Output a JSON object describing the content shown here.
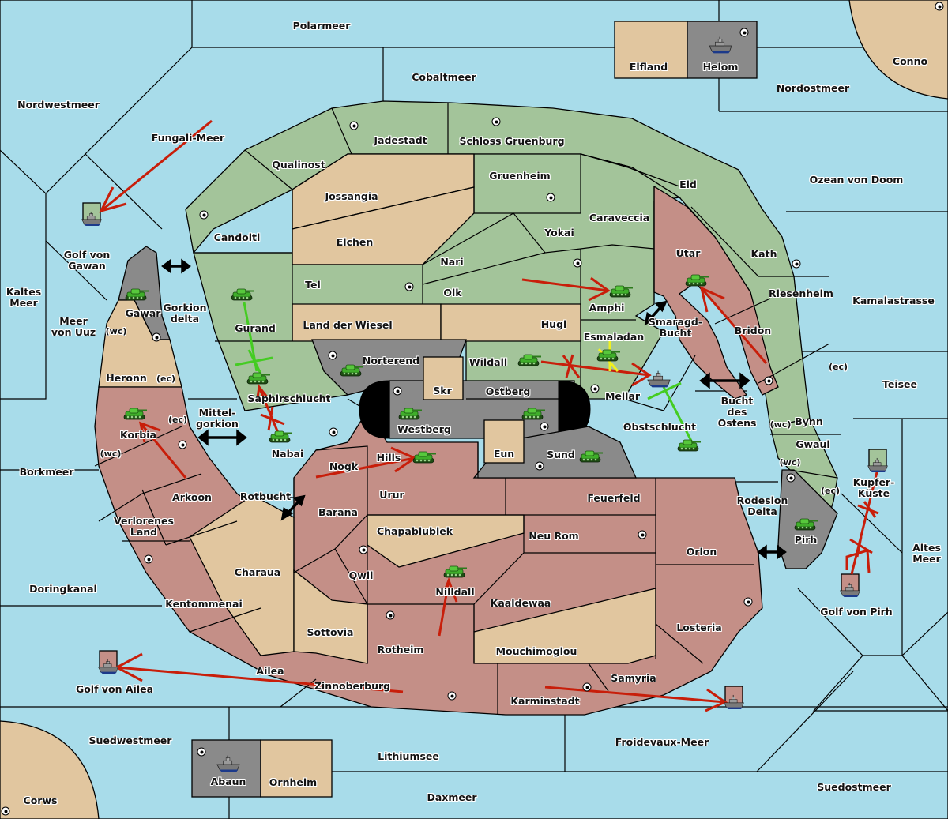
{
  "map": {
    "colors": {
      "sea": "#a8dcea",
      "power_green": "#a3c49a",
      "power_red": "#c48f87",
      "neutral_tan": "#e1c69f",
      "power_gray": "#8a8a8a",
      "order_move": "#c81e0a",
      "order_support": "#44cc22",
      "order_hold": "#f0f020"
    },
    "sea_regions": [
      {
        "id": "polarmeer",
        "name": "Polarmeer"
      },
      {
        "id": "cobaltmeer",
        "name": "Cobaltmeer"
      },
      {
        "id": "nordwestmeer",
        "name": "Nordwestmeer"
      },
      {
        "id": "fungali-meer",
        "name": "Fungali-Meer"
      },
      {
        "id": "golf-von-gawan",
        "name": "Golf von\nGawan"
      },
      {
        "id": "kaltes-meer",
        "name": "Kaltes\nMeer"
      },
      {
        "id": "meer-von-uuz",
        "name": "Meer\nvon Uuz"
      },
      {
        "id": "gorkion-delta",
        "name": "Gorkion\ndelta"
      },
      {
        "id": "mittel-gorkion",
        "name": "Mittel-\ngorkion"
      },
      {
        "id": "borkmeer",
        "name": "Borkmeer"
      },
      {
        "id": "rotbucht",
        "name": "Rotbucht"
      },
      {
        "id": "doringkanal",
        "name": "Doringkanal"
      },
      {
        "id": "golf-von-ailea",
        "name": "Golf von Ailea"
      },
      {
        "id": "suedwestmeer",
        "name": "Suedwestmeer"
      },
      {
        "id": "lithiumsee",
        "name": "Lithiumsee"
      },
      {
        "id": "daxmeer",
        "name": "Daxmeer"
      },
      {
        "id": "froidevaux-meer",
        "name": "Froidevaux-Meer"
      },
      {
        "id": "suedostmeer",
        "name": "Suedostmeer"
      },
      {
        "id": "golf-von-pirh",
        "name": "Golf von Pirh"
      },
      {
        "id": "altes-meer",
        "name": "Altes\nMeer"
      },
      {
        "id": "kupfer-kueste",
        "name": "Kupfer-\nKüste"
      },
      {
        "id": "rodesion-delta",
        "name": "Rodesion\nDelta"
      },
      {
        "id": "teisee",
        "name": "Teisee"
      },
      {
        "id": "kamalastrasse",
        "name": "Kamalastrasse"
      },
      {
        "id": "ozean-von-doom",
        "name": "Ozean von Doom"
      },
      {
        "id": "nordostmeer",
        "name": "Nordostmeer"
      },
      {
        "id": "bucht-des-ostens",
        "name": "Bucht\ndes\nOstens"
      },
      {
        "id": "smaragd-bucht",
        "name": "Smaragd-\nBucht"
      }
    ],
    "land_regions": [
      {
        "id": "elfland",
        "name": "Elfland",
        "owner": "neutral"
      },
      {
        "id": "helom",
        "name": "Helom",
        "owner": "gray"
      },
      {
        "id": "conno",
        "name": "Conno",
        "owner": "neutral"
      },
      {
        "id": "jadestadt",
        "name": "Jadestadt",
        "owner": "green"
      },
      {
        "id": "schloss-gruenburg",
        "name": "Schloss Gruenburg",
        "owner": "green"
      },
      {
        "id": "qualinost",
        "name": "Qualinost",
        "owner": "green"
      },
      {
        "id": "jossangia",
        "name": "Jossangia",
        "owner": "neutral"
      },
      {
        "id": "gruenheim",
        "name": "Gruenheim",
        "owner": "green"
      },
      {
        "id": "eld",
        "name": "Eld",
        "owner": "green"
      },
      {
        "id": "candolti",
        "name": "Candolti",
        "owner": "green"
      },
      {
        "id": "elchen",
        "name": "Elchen",
        "owner": "neutral"
      },
      {
        "id": "caraveccia",
        "name": "Caraveccia",
        "owner": "green"
      },
      {
        "id": "yokai",
        "name": "Yokai",
        "owner": "green"
      },
      {
        "id": "nari",
        "name": "Nari",
        "owner": "green"
      },
      {
        "id": "utar",
        "name": "Utar",
        "owner": "red"
      },
      {
        "id": "kath",
        "name": "Kath",
        "owner": "green"
      },
      {
        "id": "tel",
        "name": "Tel",
        "owner": "green"
      },
      {
        "id": "olk",
        "name": "Olk",
        "owner": "green"
      },
      {
        "id": "amphi",
        "name": "Amphi",
        "owner": "green"
      },
      {
        "id": "riesenheim",
        "name": "Riesenheim",
        "owner": "green"
      },
      {
        "id": "gawar",
        "name": "Gawar",
        "owner": "gray"
      },
      {
        "id": "gurand",
        "name": "Gurand",
        "owner": "green"
      },
      {
        "id": "land-der-wiesel",
        "name": "Land der Wiesel",
        "owner": "neutral"
      },
      {
        "id": "hugl",
        "name": "Hugl",
        "owner": "neutral"
      },
      {
        "id": "bridon",
        "name": "Bridon",
        "owner": "red"
      },
      {
        "id": "esmaladan",
        "name": "Esmaladan",
        "owner": "green"
      },
      {
        "id": "heronn",
        "name": "Heronn",
        "owner": "neutral"
      },
      {
        "id": "norterend",
        "name": "Norterend",
        "owner": "gray"
      },
      {
        "id": "wildall",
        "name": "Wildall",
        "owner": "green"
      },
      {
        "id": "skr",
        "name": "Skr",
        "owner": "neutral"
      },
      {
        "id": "ostberg",
        "name": "Ostberg",
        "owner": "gray"
      },
      {
        "id": "mellar",
        "name": "Mellar",
        "owner": "red"
      },
      {
        "id": "saphirschlucht",
        "name": "Saphirschlucht",
        "owner": "green"
      },
      {
        "id": "westberg",
        "name": "Westberg",
        "owner": "gray"
      },
      {
        "id": "korbia",
        "name": "Korbia",
        "owner": "red"
      },
      {
        "id": "nabai",
        "name": "Nabai",
        "owner": "red"
      },
      {
        "id": "obstschlucht",
        "name": "Obstschlucht",
        "owner": "red"
      },
      {
        "id": "bynn",
        "name": "Bynn",
        "owner": "green"
      },
      {
        "id": "eun",
        "name": "Eun",
        "owner": "neutral"
      },
      {
        "id": "sund",
        "name": "Sund",
        "owner": "gray"
      },
      {
        "id": "gwaul",
        "name": "Gwaul",
        "owner": "green"
      },
      {
        "id": "hills",
        "name": "Hills",
        "owner": "red"
      },
      {
        "id": "nogk",
        "name": "Nogk",
        "owner": "red"
      },
      {
        "id": "arkoon",
        "name": "Arkoon",
        "owner": "red"
      },
      {
        "id": "urur",
        "name": "Urur",
        "owner": "red"
      },
      {
        "id": "feuerfeld",
        "name": "Feuerfeld",
        "owner": "red"
      },
      {
        "id": "barana",
        "name": "Barana",
        "owner": "red"
      },
      {
        "id": "verlorenes-land",
        "name": "Verlorenes\nLand",
        "owner": "red"
      },
      {
        "id": "chapablublek",
        "name": "Chapablublek",
        "owner": "neutral"
      },
      {
        "id": "neu-rom",
        "name": "Neu Rom",
        "owner": "red"
      },
      {
        "id": "orlon",
        "name": "Orlon",
        "owner": "red"
      },
      {
        "id": "pirh",
        "name": "Pirh",
        "owner": "gray"
      },
      {
        "id": "charaua",
        "name": "Charaua",
        "owner": "neutral"
      },
      {
        "id": "qwil",
        "name": "Qwil",
        "owner": "red"
      },
      {
        "id": "nilldall",
        "name": "Nilldall",
        "owner": "red"
      },
      {
        "id": "kentommenai",
        "name": "Kentommenai",
        "owner": "red"
      },
      {
        "id": "kaaldewaa",
        "name": "Kaaldewaa",
        "owner": "red"
      },
      {
        "id": "losteria",
        "name": "Losteria",
        "owner": "red"
      },
      {
        "id": "sottovia",
        "name": "Sottovia",
        "owner": "neutral"
      },
      {
        "id": "rotheim",
        "name": "Rotheim",
        "owner": "red"
      },
      {
        "id": "mouchimoglou",
        "name": "Mouchimoglou",
        "owner": "neutral"
      },
      {
        "id": "ailea",
        "name": "Ailea",
        "owner": "red"
      },
      {
        "id": "samyria",
        "name": "Samyria",
        "owner": "red"
      },
      {
        "id": "zinnoberburg",
        "name": "Zinnoberburg",
        "owner": "red"
      },
      {
        "id": "karminstadt",
        "name": "Karminstadt",
        "owner": "red"
      },
      {
        "id": "abaun",
        "name": "Abaun",
        "owner": "gray"
      },
      {
        "id": "ornheim",
        "name": "Ornheim",
        "owner": "neutral"
      },
      {
        "id": "corws",
        "name": "Corws",
        "owner": "neutral"
      }
    ],
    "coast_labels": [
      {
        "region": "heronn",
        "label": "(wc)"
      },
      {
        "region": "heronn",
        "label": "(ec)"
      },
      {
        "region": "korbia",
        "label": "(ec)"
      },
      {
        "region": "korbia",
        "label": "(wc)"
      },
      {
        "region": "bynn",
        "label": "(ec)"
      },
      {
        "region": "bynn",
        "label": "(wc)"
      },
      {
        "region": "gwaul",
        "label": "(wc)"
      },
      {
        "region": "gwaul",
        "label": "(ec)"
      }
    ],
    "supply_centers": [
      "helom",
      "conno",
      "jadestadt",
      "schloss-gruenburg",
      "gruenheim",
      "candolti",
      "tel",
      "yokai",
      "kath",
      "gawar",
      "norterend",
      "westberg",
      "ostberg",
      "mellar",
      "nabai",
      "korbia",
      "bridon",
      "sund",
      "neu-rom",
      "qwil",
      "rotheim",
      "kentommenai",
      "losteria",
      "zinnoberburg",
      "karminstadt",
      "abaun",
      "corws",
      "pirh"
    ],
    "units": [
      {
        "type": "army",
        "owner": "green",
        "location": "gawar"
      },
      {
        "type": "army",
        "owner": "green",
        "location": "gurand"
      },
      {
        "type": "army",
        "owner": "green",
        "location": "saphirschlucht"
      },
      {
        "type": "army",
        "owner": "green",
        "location": "nabai"
      },
      {
        "type": "army",
        "owner": "green",
        "location": "korbia"
      },
      {
        "type": "army",
        "owner": "green",
        "location": "norterend"
      },
      {
        "type": "army",
        "owner": "green",
        "location": "westberg"
      },
      {
        "type": "army",
        "owner": "green",
        "location": "ostberg"
      },
      {
        "type": "army",
        "owner": "green",
        "location": "hills"
      },
      {
        "type": "army",
        "owner": "green",
        "location": "sund"
      },
      {
        "type": "army",
        "owner": "green",
        "location": "wildall"
      },
      {
        "type": "army",
        "owner": "green",
        "location": "esmaladan"
      },
      {
        "type": "army",
        "owner": "green",
        "location": "amphi"
      },
      {
        "type": "army",
        "owner": "green",
        "location": "utar"
      },
      {
        "type": "army",
        "owner": "green",
        "location": "obstschlucht"
      },
      {
        "type": "army",
        "owner": "green",
        "location": "pirh"
      },
      {
        "type": "army",
        "owner": "green",
        "location": "nilldall"
      },
      {
        "type": "fleet",
        "owner": "gray",
        "location": "helom"
      },
      {
        "type": "fleet",
        "owner": "gray",
        "location": "abaun"
      },
      {
        "type": "fleet",
        "owner": "gray",
        "location": "mellar"
      },
      {
        "type": "fleet",
        "owner": "green",
        "location": "golf-von-gawan"
      },
      {
        "type": "fleet",
        "owner": "green",
        "location": "kupfer-kueste"
      },
      {
        "type": "fleet",
        "owner": "red",
        "location": "golf-von-pirh"
      },
      {
        "type": "fleet",
        "owner": "red",
        "location": "golf-von-ailea"
      },
      {
        "type": "fleet",
        "owner": "red",
        "location": "froidevaux-meer"
      }
    ],
    "orders": [
      {
        "kind": "move",
        "from": "fungali-meer",
        "to": "golf-von-gawan"
      },
      {
        "kind": "support",
        "from": "gurand",
        "to": "saphirschlucht"
      },
      {
        "kind": "move",
        "from": "nabai",
        "to": "saphirschlucht",
        "failed": true
      },
      {
        "kind": "move",
        "from": "arkoon",
        "to": "korbia"
      },
      {
        "kind": "move",
        "from": "nogk",
        "to": "hills"
      },
      {
        "kind": "move",
        "from": "olk",
        "to": "amphi"
      },
      {
        "kind": "move",
        "from": "wildall",
        "to": "mellar",
        "failed": true
      },
      {
        "kind": "hold",
        "at": "esmaladan"
      },
      {
        "kind": "support",
        "from": "obstschlucht",
        "to": "mellar"
      },
      {
        "kind": "move",
        "from": "bridon",
        "to": "utar"
      },
      {
        "kind": "move",
        "from": "rotheim",
        "to": "nilldall"
      },
      {
        "kind": "move",
        "from": "zinnoberburg",
        "to": "golf-von-ailea"
      },
      {
        "kind": "move",
        "from": "karminstadt",
        "to": "froidevaux-meer"
      },
      {
        "kind": "move",
        "from": "golf-von-pirh",
        "to": "kupfer-kueste",
        "failed": true
      }
    ],
    "adjacency_arrows": [
      "gorkion-delta",
      "mittel-gorkion",
      "rotbucht",
      "smaragd-bucht",
      "bucht-des-ostens",
      "rodesion-delta"
    ]
  }
}
